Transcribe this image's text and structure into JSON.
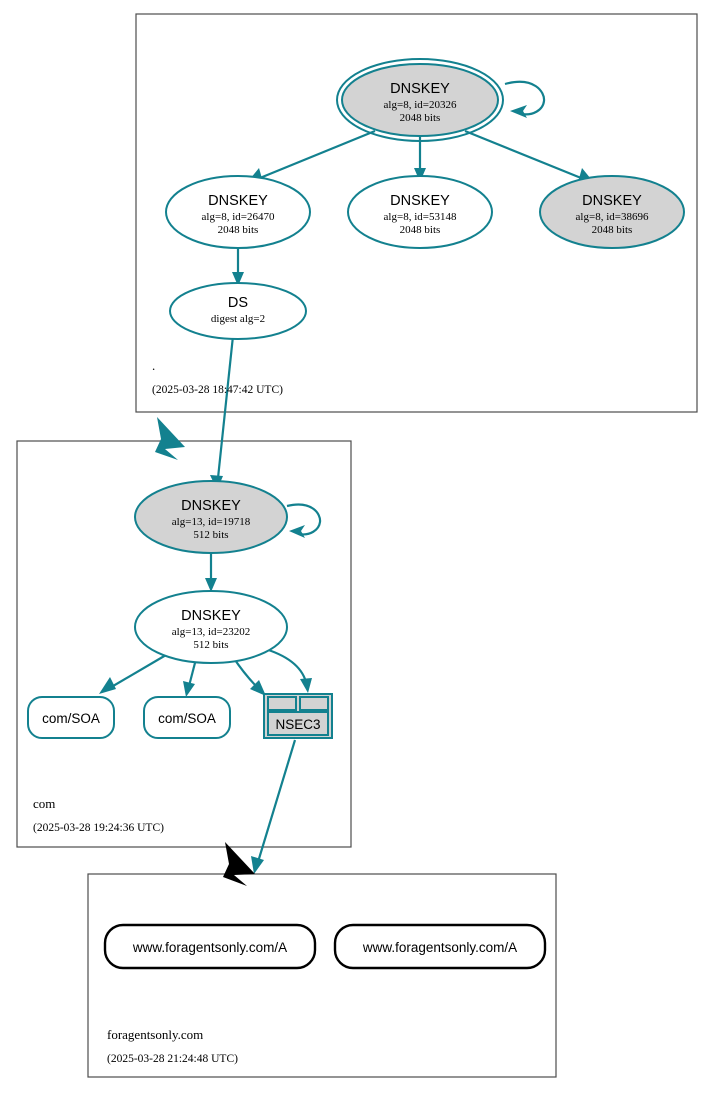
{
  "diagram": {
    "kind": "dnssec-authentication-chain",
    "colors": {
      "accent": "#13818f",
      "node_fill_secure": "#d3d3d3",
      "node_fill_plain": "#ffffff",
      "box_border": "#4d4d4d",
      "black": "#000000"
    }
  },
  "zones": [
    {
      "id": "root",
      "label": ".",
      "timestamp": "(2025-03-28 18:47:42 UTC)",
      "nodes": [
        {
          "id": "ksk20326",
          "type": "DNSKEY",
          "title": "DNSKEY",
          "line2": "alg=8, id=20326",
          "line3": "2048 bits",
          "shape": "double-ellipse",
          "fill": "grey"
        },
        {
          "id": "zsk26470",
          "type": "DNSKEY",
          "title": "DNSKEY",
          "line2": "alg=8, id=26470",
          "line3": "2048 bits",
          "shape": "ellipse",
          "fill": "white"
        },
        {
          "id": "zsk53148",
          "type": "DNSKEY",
          "title": "DNSKEY",
          "line2": "alg=8, id=53148",
          "line3": "2048 bits",
          "shape": "ellipse",
          "fill": "white"
        },
        {
          "id": "zsk38696",
          "type": "DNSKEY",
          "title": "DNSKEY",
          "line2": "alg=8, id=38696",
          "line3": "2048 bits",
          "shape": "ellipse",
          "fill": "grey"
        },
        {
          "id": "ds2",
          "type": "DS",
          "title": "DS",
          "line2": "digest alg=2",
          "line3": "",
          "shape": "ellipse",
          "fill": "white"
        }
      ]
    },
    {
      "id": "com",
      "label": "com",
      "timestamp": "(2025-03-28 19:24:36 UTC)",
      "nodes": [
        {
          "id": "ksk19718",
          "type": "DNSKEY",
          "title": "DNSKEY",
          "line2": "alg=13, id=19718",
          "line3": "512 bits",
          "shape": "ellipse",
          "fill": "grey"
        },
        {
          "id": "zsk23202",
          "type": "DNSKEY",
          "title": "DNSKEY",
          "line2": "alg=13, id=23202",
          "line3": "512 bits",
          "shape": "ellipse",
          "fill": "white"
        },
        {
          "id": "soa1",
          "type": "RRset",
          "title": "com/SOA",
          "shape": "rounded-rect",
          "fill": "white"
        },
        {
          "id": "soa2",
          "type": "RRset",
          "title": "com/SOA",
          "shape": "rounded-rect",
          "fill": "white"
        },
        {
          "id": "nsec3",
          "type": "NSEC3",
          "title": "NSEC3",
          "shape": "nsec3-record",
          "fill": "grey"
        }
      ]
    },
    {
      "id": "foragentsonly",
      "label": "foragentsonly.com",
      "timestamp": "(2025-03-28 21:24:48 UTC)",
      "nodes": [
        {
          "id": "a1",
          "type": "RRset",
          "title": "www.foragentsonly.com/A",
          "shape": "rounded-rect",
          "fill": "white",
          "border": "black"
        },
        {
          "id": "a2",
          "type": "RRset",
          "title": "www.foragentsonly.com/A",
          "shape": "rounded-rect",
          "fill": "white",
          "border": "black"
        }
      ]
    }
  ],
  "edges": [
    {
      "from": "ksk20326",
      "to": "ksk20326",
      "style": "self-loop"
    },
    {
      "from": "ksk20326",
      "to": "zsk26470",
      "style": "arrow"
    },
    {
      "from": "ksk20326",
      "to": "zsk53148",
      "style": "arrow"
    },
    {
      "from": "ksk20326",
      "to": "zsk38696",
      "style": "arrow"
    },
    {
      "from": "zsk26470",
      "to": "ds2",
      "style": "arrow"
    },
    {
      "from": "ds2",
      "to": "ksk19718",
      "style": "arrow-cross-zone"
    },
    {
      "from": "ksk19718",
      "to": "ksk19718",
      "style": "self-loop"
    },
    {
      "from": "ksk19718",
      "to": "zsk23202",
      "style": "arrow"
    },
    {
      "from": "zsk23202",
      "to": "soa1",
      "style": "arrow"
    },
    {
      "from": "zsk23202",
      "to": "soa2",
      "style": "arrow"
    },
    {
      "from": "zsk23202",
      "to": "nsec3",
      "style": "arrow"
    },
    {
      "from": "nsec3",
      "to": "foragentsonly",
      "style": "arrow-cross-zone"
    },
    {
      "from": "root",
      "to": "com",
      "style": "delegation-thick-teal"
    },
    {
      "from": "com",
      "to": "foragentsonly",
      "style": "delegation-thick-black"
    }
  ]
}
